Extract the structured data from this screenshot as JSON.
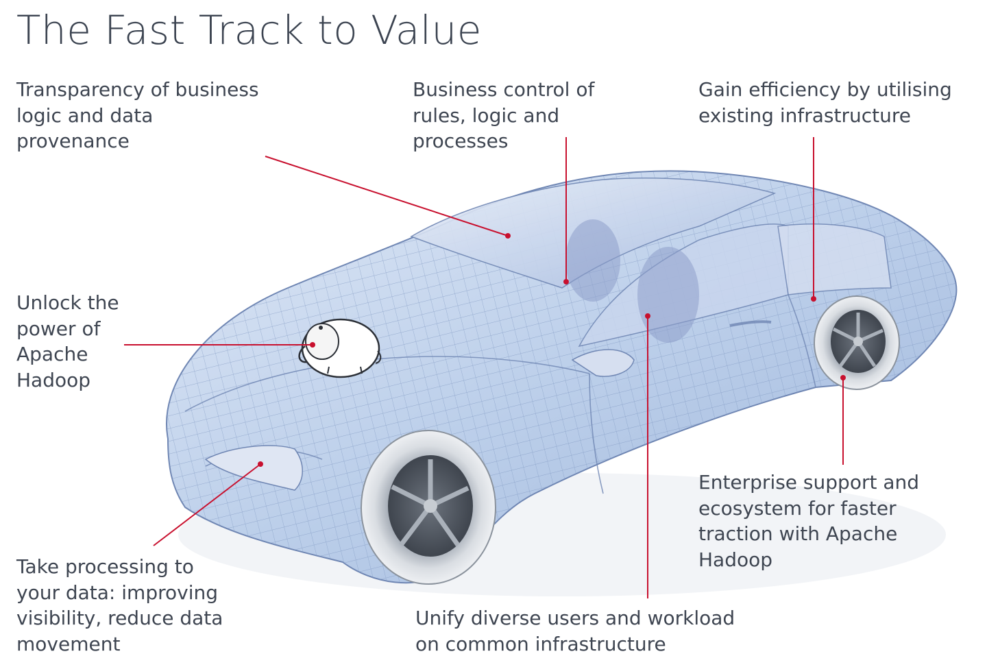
{
  "title": "The Fast Track to Value",
  "accent_color": "#c8102e",
  "text_color": "#3e4551",
  "car_color": "#b9cde8",
  "illustration": {
    "subject": "wireframe-sports-car",
    "badge_icon": "hadoop-elephant-icon"
  },
  "callouts": {
    "transparency": "Transparency of business\nlogic and data\nprovenance",
    "business_control": "Business control of\nrules, logic and\nprocesses",
    "efficiency": "Gain efficiency by utilising\nexisting infrastructure",
    "hadoop_power": "Unlock the\npower of\nApache\nHadoop",
    "enterprise_support": "Enterprise support and\necosystem for faster\ntraction with Apache\nHadoop",
    "processing": "Take processing to\nyour data: improving\nvisibility, reduce data\nmovement",
    "unify": "Unify diverse users and workload\non common infrastructure"
  }
}
